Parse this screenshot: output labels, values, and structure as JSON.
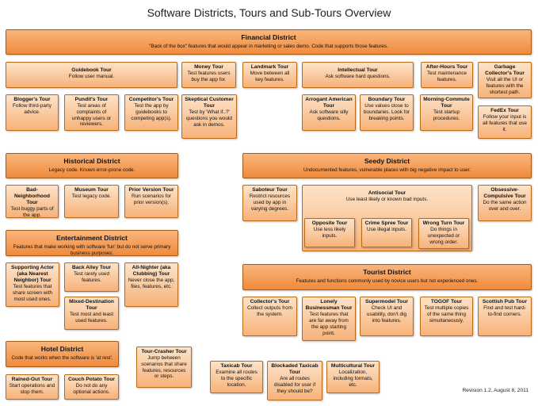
{
  "title": "Software Districts, Tours and Sub-Tours Overview",
  "revision": "Revision 1.2, August 8, 2011",
  "districts": {
    "financial": {
      "title": "Financial District",
      "desc": "\"Back of the box\" features that would appear in marketing or sales demo. Code that supports those features."
    },
    "historical": {
      "title": "Historical District",
      "desc": "Legacy code. Known error-prone code."
    },
    "entertainment": {
      "title": "Entertainment District",
      "desc": "Features that make working with software 'fun' but do not serve primary business purposes."
    },
    "hotel": {
      "title": "Hotel District",
      "desc": "Code that works when the software is 'at rest'."
    },
    "seedy": {
      "title": "Seedy District",
      "desc": "Undocumented features, vulnerable places with big negative impact to user."
    },
    "tourist": {
      "title": "Tourist District",
      "desc": "Features and functions commonly used by novice users but not experienced ones."
    }
  },
  "tours": {
    "guidebook": {
      "title": "Guidebook Tour",
      "desc": "Follow user manual."
    },
    "money": {
      "title": "Money Tour",
      "desc": "Test features users buy the app for."
    },
    "landmark": {
      "title": "Landmark Tour",
      "desc": "Move between all key features."
    },
    "intellectual": {
      "title": "Intellectual Tour",
      "desc": "Ask software hard questions."
    },
    "after_hours": {
      "title": "After-Hours Tour",
      "desc": "Test maintenance features."
    },
    "garbage_collector": {
      "title": "Garbage Collector's Tour",
      "desc": "Visit all the UI or features with the shortest path."
    },
    "bloggers": {
      "title": "Blogger's Tour",
      "desc": "Follow third-party advice."
    },
    "pundits": {
      "title": "Pundit's Tour",
      "desc": "Test areas of complaints of unhappy users or reviewers."
    },
    "competitors": {
      "title": "Competitor's Tour",
      "desc": "Test the app by guidebooks to competing app(s)."
    },
    "skeptical_customer": {
      "title": "Skeptical Customer Tour",
      "desc": "Test by 'What if..?' questions you would ask in demos."
    },
    "arrogant_american": {
      "title": "Arrogant American Tour",
      "desc": "Ask software silly questions."
    },
    "boundary": {
      "title": "Boundary Tour",
      "desc": "Use values close to boundaries. Look for breaking points."
    },
    "morning_commute": {
      "title": "Morning-Commute Tour",
      "desc": "Test startup procedures."
    },
    "fedex": {
      "title": "FedEx Tour",
      "desc": "Follow your input is all features that use it."
    },
    "bad_neighborhood": {
      "title": "Bad-Neighborhood Tour",
      "desc": "Test buggy parts of the app."
    },
    "museum": {
      "title": "Museum Tour",
      "desc": "Test legacy code."
    },
    "prior_version": {
      "title": "Prior Version Tour",
      "desc": "Run scenarios for prior version(s)."
    },
    "saboteur": {
      "title": "Saboteur Tour",
      "desc": "Restrict resources used by app in varying degrees."
    },
    "antisocial": {
      "title": "Antisocial Tour",
      "desc": "Use least likely or known bad inputs."
    },
    "obsessive_compulsive": {
      "title": "Obsessive-Compulsive Tour",
      "desc": "Do the same action over and over."
    },
    "opposite": {
      "title": "Opposite Tour",
      "desc": "Use less likely inputs."
    },
    "crime_spree": {
      "title": "Crime Spree Tour",
      "desc": "Use illegal inputs."
    },
    "wrong_turn": {
      "title": "Wrong Turn Tour",
      "desc": "Do things in unexpected or wrong order."
    },
    "supporting_actor": {
      "title": "Supporting Actor (aka Nearest Neighbor) Tour",
      "desc": "Test features that share screen with most used ones."
    },
    "back_alley": {
      "title": "Back Alley Tour",
      "desc": "Test rarely used features."
    },
    "all_nighter": {
      "title": "All-Nighter (aka Clubbing) Tour",
      "desc": "Never close the app, files, features, etc."
    },
    "mixed_destination": {
      "title": "Mixed-Destination Tour",
      "desc": "Test most and least used features."
    },
    "collectors": {
      "title": "Collector's Tour",
      "desc": "Collect outputs from the system."
    },
    "lonely_businessman": {
      "title": "Lonely Businessman Tour",
      "desc": "Test features that are far away from the app starting point."
    },
    "supermodel": {
      "title": "Supermodel Tour",
      "desc": "Check UI and usability, don't dig into features."
    },
    "togof": {
      "title": "TOGOF Tour",
      "desc": "Test multiple copies of the same thing simultaneously."
    },
    "scottish_pub": {
      "title": "Scottish Pub Tour",
      "desc": "Find and test hard-to-find corners."
    },
    "tour_crasher": {
      "title": "Tour-Crasher Tour",
      "desc": "Jump between scenarios that share features, resources or steps."
    },
    "rained_out": {
      "title": "Rained-Out Tour",
      "desc": "Start operations and stop them."
    },
    "couch_potato": {
      "title": "Couch Potato Tour",
      "desc": "Do not do any optional actions."
    },
    "taxicab": {
      "title": "Taxicab Tour",
      "desc": "Examine all routes to the specific location."
    },
    "blockaded_taxicab": {
      "title": "Blockaded Taxicab Tour",
      "desc": "Are all routes disabled for user if they should be?"
    },
    "multicultural": {
      "title": "Multicultural Tour",
      "desc": "Localization, including formats, etc."
    }
  }
}
